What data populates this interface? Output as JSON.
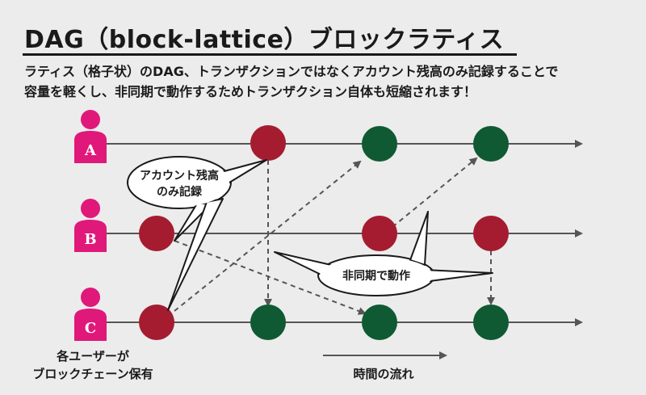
{
  "title": "DAG（block-lattice）ブロックラティス",
  "description": [
    "ラティス（格子状）のDAG、トランザクションではなくアカウント残高のみ記録することで",
    "容量を軽くし、非同期で動作するためトランザクション自体も短縮されます！"
  ],
  "accounts": [
    {
      "label": "A"
    },
    {
      "label": "B"
    },
    {
      "label": "C"
    }
  ],
  "callouts": {
    "balance_only": [
      "アカウント残高",
      "のみ記録"
    ],
    "async": "非同期で動作"
  },
  "captions": {
    "each_user": [
      "各ユーザーが",
      "ブロックチェーン保有"
    ],
    "time_flow": "時間の流れ"
  },
  "colors": {
    "background": "#ececec",
    "user": "#e0187a",
    "send_block": "#a51c30",
    "receive_block": "#0f5a32",
    "lane": "#555555"
  }
}
